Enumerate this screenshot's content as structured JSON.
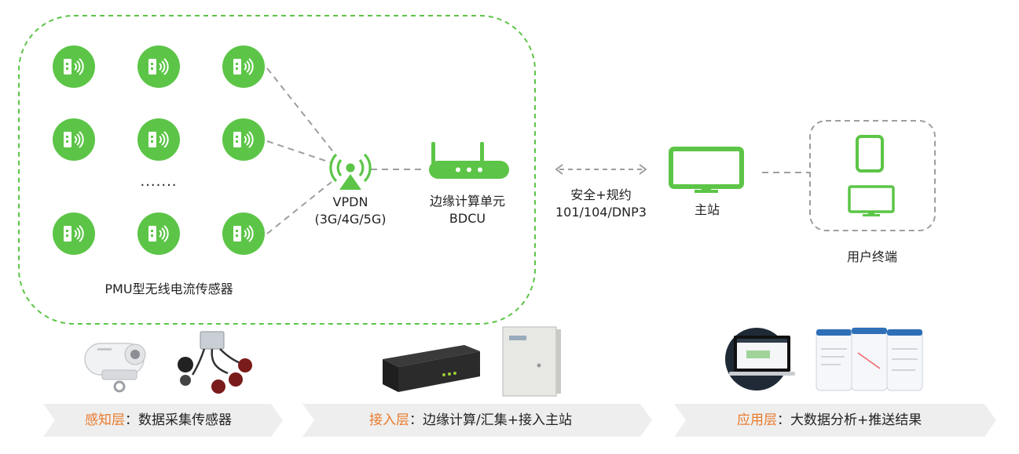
{
  "sensors": {
    "label": "PMU型无线电流传感器",
    "ellipsis": "·······"
  },
  "vpdn": {
    "line1": "VPDN",
    "line2": "(3G/4G/5G)"
  },
  "bdcu": {
    "line1": "边缘计算单元",
    "line2": "BDCU"
  },
  "link": {
    "line1": "安全+规约",
    "line2": "101/104/DNP3"
  },
  "master": {
    "label": "主站"
  },
  "terminals": {
    "label": "用户终端"
  },
  "layers": [
    {
      "name": "感知层",
      "sep": "：",
      "desc": "数据采集传感器"
    },
    {
      "name": "接入层",
      "sep": "：",
      "desc": "边缘计算/汇集+接入主站"
    },
    {
      "name": "应用层",
      "sep": "：",
      "desc": "大数据分析+推送结果"
    }
  ],
  "colors": {
    "green": "#5cc547",
    "accent": "#e97a2c",
    "dash": "#9e9e9e",
    "band": "#eeeeee"
  },
  "icons": {
    "sensor": "wireless-sensor-icon",
    "antenna": "antenna-tower-icon",
    "router": "router-icon",
    "monitor": "monitor-icon",
    "tablet": "tablet-icon"
  }
}
